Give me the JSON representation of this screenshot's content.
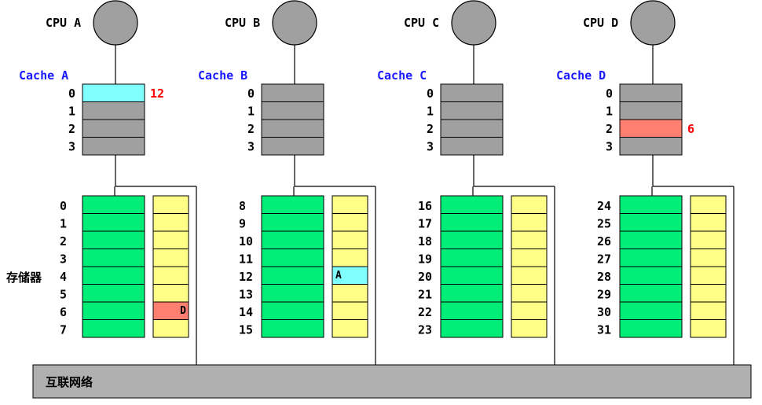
{
  "colors": {
    "cpu_fill": "#a0a0a0",
    "cache_line_fill": "#a0a0a0",
    "memory_fill": "#00ee77",
    "directory_fill": "#ffff88",
    "cached_cyan": "#80ffff",
    "cached_red": "#ff8070",
    "cache_label": "#1a1aff",
    "cache_value_text": "#ff0000",
    "network_fill": "#b0b0b0",
    "line": "#000000"
  },
  "nodes": [
    {
      "cpu_label": "CPU A",
      "cache_label": "Cache A",
      "cache_lines": [
        {
          "index": "0",
          "state": "cyan",
          "value": "12"
        },
        {
          "index": "1",
          "state": "normal",
          "value": ""
        },
        {
          "index": "2",
          "state": "normal",
          "value": ""
        },
        {
          "index": "3",
          "state": "normal",
          "value": ""
        }
      ],
      "memory_rows": [
        "0",
        "1",
        "2",
        "3",
        "4",
        "5",
        "6",
        "7"
      ],
      "directory": [
        {
          "mark": "",
          "state": "normal"
        },
        {
          "mark": "",
          "state": "normal"
        },
        {
          "mark": "",
          "state": "normal"
        },
        {
          "mark": "",
          "state": "normal"
        },
        {
          "mark": "",
          "state": "normal"
        },
        {
          "mark": "",
          "state": "normal"
        },
        {
          "mark": "D",
          "state": "red"
        },
        {
          "mark": "",
          "state": "normal"
        }
      ]
    },
    {
      "cpu_label": "CPU B",
      "cache_label": "Cache B",
      "cache_lines": [
        {
          "index": "0",
          "state": "normal",
          "value": ""
        },
        {
          "index": "1",
          "state": "normal",
          "value": ""
        },
        {
          "index": "2",
          "state": "normal",
          "value": ""
        },
        {
          "index": "3",
          "state": "normal",
          "value": ""
        }
      ],
      "memory_rows": [
        "8",
        "9",
        "10",
        "11",
        "12",
        "13",
        "14",
        "15"
      ],
      "directory": [
        {
          "mark": "",
          "state": "normal"
        },
        {
          "mark": "",
          "state": "normal"
        },
        {
          "mark": "",
          "state": "normal"
        },
        {
          "mark": "",
          "state": "normal"
        },
        {
          "mark": "A",
          "state": "cyan"
        },
        {
          "mark": "",
          "state": "normal"
        },
        {
          "mark": "",
          "state": "normal"
        },
        {
          "mark": "",
          "state": "normal"
        }
      ]
    },
    {
      "cpu_label": "CPU C",
      "cache_label": "Cache C",
      "cache_lines": [
        {
          "index": "0",
          "state": "normal",
          "value": ""
        },
        {
          "index": "1",
          "state": "normal",
          "value": ""
        },
        {
          "index": "2",
          "state": "normal",
          "value": ""
        },
        {
          "index": "3",
          "state": "normal",
          "value": ""
        }
      ],
      "memory_rows": [
        "16",
        "17",
        "18",
        "19",
        "20",
        "21",
        "22",
        "23"
      ],
      "directory": [
        {
          "mark": "",
          "state": "normal"
        },
        {
          "mark": "",
          "state": "normal"
        },
        {
          "mark": "",
          "state": "normal"
        },
        {
          "mark": "",
          "state": "normal"
        },
        {
          "mark": "",
          "state": "normal"
        },
        {
          "mark": "",
          "state": "normal"
        },
        {
          "mark": "",
          "state": "normal"
        },
        {
          "mark": "",
          "state": "normal"
        }
      ]
    },
    {
      "cpu_label": "CPU D",
      "cache_label": "Cache D",
      "cache_lines": [
        {
          "index": "0",
          "state": "normal",
          "value": ""
        },
        {
          "index": "1",
          "state": "normal",
          "value": ""
        },
        {
          "index": "2",
          "state": "red",
          "value": "6"
        },
        {
          "index": "3",
          "state": "normal",
          "value": ""
        }
      ],
      "memory_rows": [
        "24",
        "25",
        "26",
        "27",
        "28",
        "29",
        "30",
        "31"
      ],
      "directory": [
        {
          "mark": "",
          "state": "normal"
        },
        {
          "mark": "",
          "state": "normal"
        },
        {
          "mark": "",
          "state": "normal"
        },
        {
          "mark": "",
          "state": "normal"
        },
        {
          "mark": "",
          "state": "normal"
        },
        {
          "mark": "",
          "state": "normal"
        },
        {
          "mark": "",
          "state": "normal"
        },
        {
          "mark": "",
          "state": "normal"
        }
      ]
    }
  ],
  "memory_label": "存储器",
  "network_label": "互联网络"
}
